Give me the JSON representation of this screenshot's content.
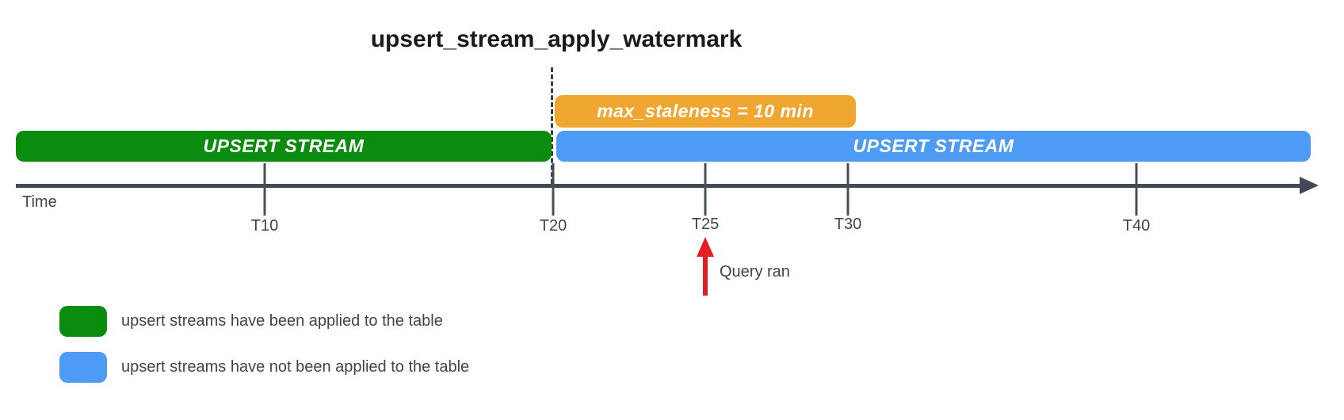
{
  "title": "upsert_stream_apply_watermark",
  "colors": {
    "applied_green": "#0a8c0e",
    "unapplied_blue": "#4d9bf5",
    "staleness_orange": "#f0a732",
    "query_arrow_red": "#e41e25",
    "axis_dark": "#414a54",
    "label_gray": "#3c454f"
  },
  "timeline": {
    "applied_bar_label": "UPSERT STREAM",
    "unapplied_bar_label": "UPSERT STREAM",
    "staleness_bar_label": "max_staleness = 10 min"
  },
  "axis": {
    "label": "Time",
    "ticks": [
      {
        "label": "T10"
      },
      {
        "label": "T20"
      },
      {
        "label": "T25"
      },
      {
        "label": "T30"
      },
      {
        "label": "T40"
      }
    ]
  },
  "annotation": {
    "query_label": "Query ran"
  },
  "legend": {
    "items": [
      {
        "swatch": "green",
        "label": "upsert streams have been applied to the table"
      },
      {
        "swatch": "blue",
        "label": "upsert streams have not been applied to the table"
      }
    ]
  }
}
